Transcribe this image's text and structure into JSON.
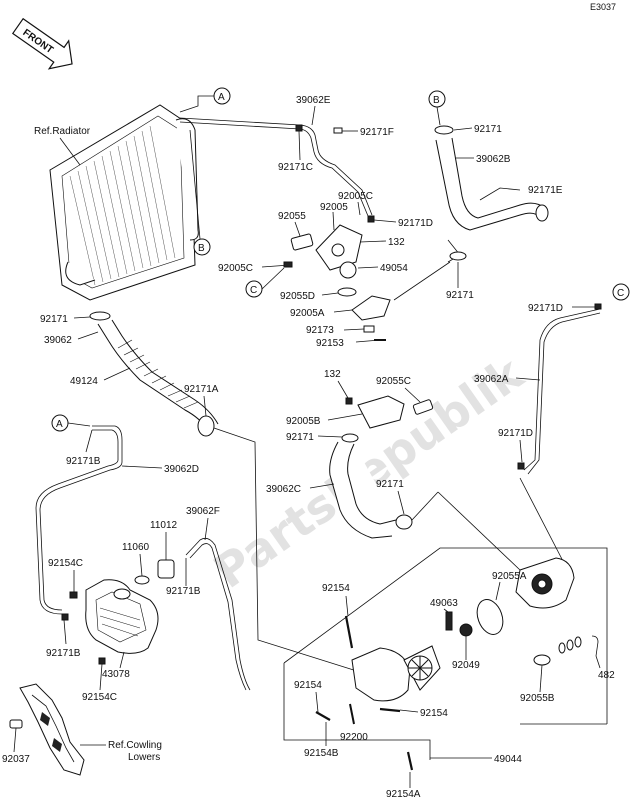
{
  "diagram_code": "E3037",
  "watermark": "PartsRepublik",
  "front_label": "FRONT",
  "ref_radiator": "Ref.Radiator",
  "ref_cowling": [
    "Ref.Cowling",
    "Lowers"
  ],
  "markers": {
    "a": "A",
    "b": "B",
    "c": "C"
  },
  "parts": {
    "p39062E": "39062E",
    "p92171F": "92171F",
    "p92171C": "92171C",
    "p92005C": "92005C",
    "p92055": "92055",
    "p92005": "92005",
    "p92171D_top": "92171D",
    "p132_top": "132",
    "p92005C_b": "92005C",
    "p49054": "49054",
    "p92055D": "92055D",
    "p92005A": "92005A",
    "p92173": "92173",
    "p92153": "92153",
    "p92171_r1": "92171",
    "p39062B": "39062B",
    "p92171E": "92171E",
    "p92171_r2": "92171",
    "p92171D_r": "92171D",
    "p39062A": "39062A",
    "p92171D_r2": "92171D",
    "p92171_l1": "92171",
    "p39062": "39062",
    "p49124": "49124",
    "p92171A": "92171A",
    "p132_mid": "132",
    "p92055C": "92055C",
    "p92005B": "92005B",
    "p92171_m": "92171",
    "p39062C": "39062C",
    "p92171_m2": "92171",
    "p92171B_l": "92171B",
    "p39062D": "39062D",
    "p39062F": "39062F",
    "p11012": "11012",
    "p11060": "11060",
    "p92154C_1": "92154C",
    "p92171B_m": "92171B",
    "p92171B_b": "92171B",
    "p43078": "43078",
    "p92154C_2": "92154C",
    "p92037": "92037",
    "p92055A": "92055A",
    "p92154_1": "92154",
    "p49063": "49063",
    "p92049": "92049",
    "p482": "482",
    "p92055B": "92055B",
    "p92154_2": "92154",
    "p92154_3": "92154",
    "p92200": "92200",
    "p92154B": "92154B",
    "p49044": "49044",
    "p92154A": "92154A"
  }
}
